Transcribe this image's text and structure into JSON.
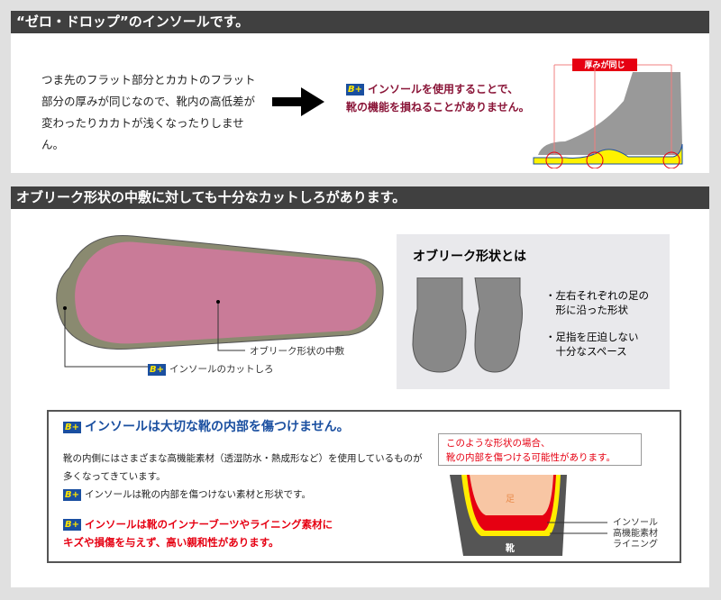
{
  "section1": {
    "title": "“ゼロ・ドロップ”のインソールです。",
    "body": "つま先のフラット部分とカカトのフラット部分の厚みが同じなので、靴内の高低差が変わったりカカトが浅くなったりしません。",
    "badge": "B+",
    "claim_line1": "インソールを使用することで、",
    "claim_line2": "靴の機能を損ねることがありません。",
    "diagram_label": "厚みが同じ"
  },
  "section2": {
    "title": "オブリーク形状の中敷に対しても十分なカットしろがあります。",
    "label_midsole": "オブリーク形状の中敷",
    "badge": "B+",
    "label_cut": "インソールのカットしろ",
    "oblique": {
      "title": "オブリーク形状とは",
      "bullet1": "・左右それぞれの足の\n　形に沿った形状",
      "bullet2": "・足指を圧迫しない\n　十分なスペース"
    }
  },
  "section3": {
    "badge": "B+",
    "title": "インソールは大切な靴の内部を傷つけません。",
    "body1": "靴の内側にはさまざまな高機能素材（透湿防水・熱成形など）を使用しているものが多くなってきています。",
    "body2": "インソールは靴の内部を傷つけない素材と形状です。",
    "red_line1": "インソールは靴のインナーブーツやライニング素材に",
    "red_line2": "キズや損傷を与えず、高い親和性があります。",
    "callout_line1": "このような形状の場合、",
    "callout_line2": "靴の内部を傷つける可能性があります。",
    "label_foot": "足",
    "label_insole": "インソール",
    "label_lining1": "高機能素材",
    "label_lining2": "ライニング",
    "label_shoe": "靴"
  },
  "colors": {
    "header": "#404040",
    "badge": "#1a4fa0",
    "maroon": "#8a1538",
    "red": "#e60012"
  }
}
